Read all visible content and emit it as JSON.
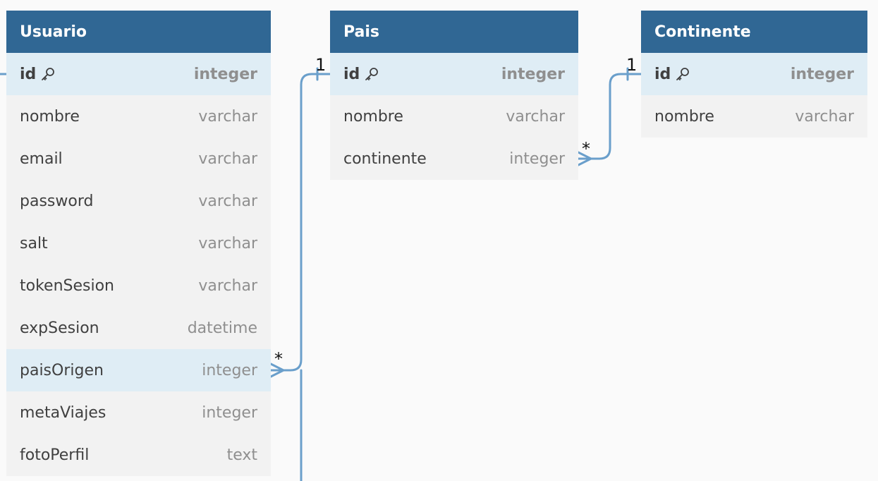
{
  "tables": {
    "usuario": {
      "title": "Usuario",
      "columns": [
        {
          "name": "id",
          "type": "integer",
          "primary_key": true
        },
        {
          "name": "nombre",
          "type": "varchar"
        },
        {
          "name": "email",
          "type": "varchar"
        },
        {
          "name": "password",
          "type": "varchar"
        },
        {
          "name": "salt",
          "type": "varchar"
        },
        {
          "name": "tokenSesion",
          "type": "varchar"
        },
        {
          "name": "expSesion",
          "type": "datetime"
        },
        {
          "name": "paisOrigen",
          "type": "integer"
        },
        {
          "name": "metaViajes",
          "type": "integer"
        },
        {
          "name": "fotoPerfil",
          "type": "text"
        }
      ]
    },
    "pais": {
      "title": "Pais",
      "columns": [
        {
          "name": "id",
          "type": "integer",
          "primary_key": true
        },
        {
          "name": "nombre",
          "type": "varchar"
        },
        {
          "name": "continente",
          "type": "integer"
        }
      ]
    },
    "continente": {
      "title": "Continente",
      "columns": [
        {
          "name": "id",
          "type": "integer",
          "primary_key": true
        },
        {
          "name": "nombre",
          "type": "varchar"
        }
      ]
    }
  },
  "relations": [
    {
      "from": "Usuario.paisOrigen",
      "to": "Pais.id",
      "from_cardinality": "*",
      "to_cardinality": "1"
    },
    {
      "from": "Pais.continente",
      "to": "Continente.id",
      "from_cardinality": "*",
      "to_cardinality": "1"
    }
  ],
  "colors": {
    "header": "#306794",
    "row": "#f2f2f2",
    "row_highlight": "#dfedf5",
    "connector": "#6a9fcb",
    "canvas": "#fafafa"
  }
}
